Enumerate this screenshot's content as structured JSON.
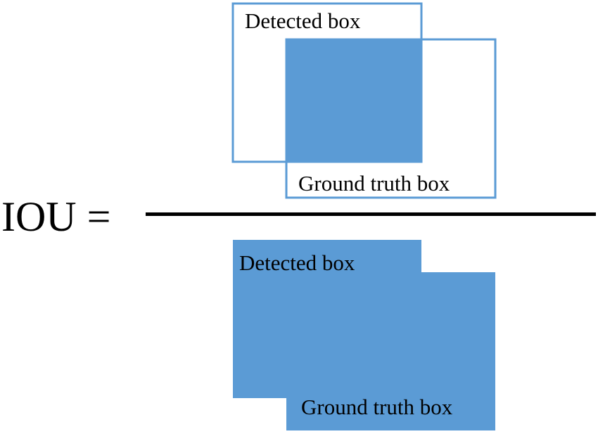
{
  "formula": {
    "lhs": "IOU ="
  },
  "numerator": {
    "detected_label": "Detected box",
    "ground_truth_label": "Ground truth box"
  },
  "denominator": {
    "detected_label": "Detected box",
    "ground_truth_label": "Ground truth box"
  },
  "colors": {
    "fill": "#5b9bd5",
    "outline": "#5b9bd5",
    "text": "#000000",
    "background": "#ffffff"
  }
}
